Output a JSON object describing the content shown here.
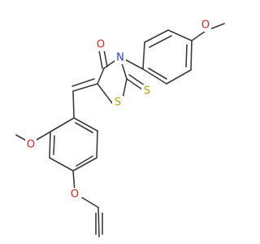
{
  "colors": {
    "bond": "#3c3c3c",
    "oxygen": "#e8201a",
    "nitrogen": "#2a3fd8",
    "sulfur": "#b7a400",
    "carbon": "#3c3c3c"
  },
  "atoms": {
    "O_methoxy_top": {
      "text": "O",
      "element": "oxygen"
    },
    "N_ring": {
      "text": "N",
      "element": "nitrogen"
    },
    "O_carbonyl": {
      "text": "O",
      "element": "oxygen"
    },
    "S_ring": {
      "text": "S",
      "element": "sulfur"
    },
    "S_thione": {
      "text": "S",
      "element": "sulfur"
    },
    "O_methoxy_left": {
      "text": "O",
      "element": "oxygen"
    },
    "O_propargyl": {
      "text": "O",
      "element": "oxygen"
    }
  }
}
